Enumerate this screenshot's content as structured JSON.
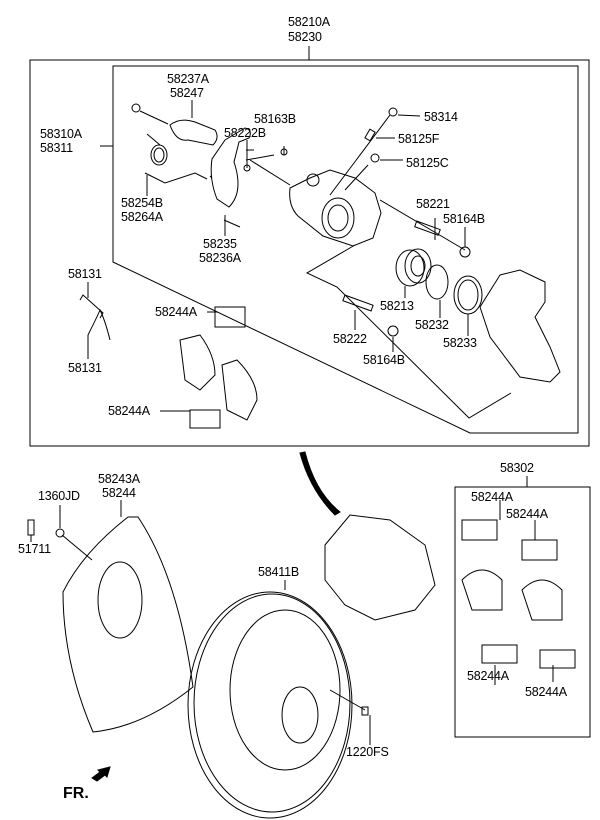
{
  "labels": {
    "assy_a": "58210A",
    "assy_b": "58230",
    "bracket_a": "58237A",
    "bracket_b": "58247",
    "caliper_a": "58310A",
    "caliper_b": "58311",
    "bleeder_cap": "58163B",
    "washer": "58222B",
    "cap": "58314",
    "bleeder_f": "58125F",
    "bleeder_c": "58125C",
    "spring_a": "58254B",
    "spring_b": "58264A",
    "lever_a": "58235",
    "lever_b": "58236A",
    "pin": "58221",
    "boot_top": "58164B",
    "clip_top": "58131",
    "clip_bottom": "58131",
    "pad_shim_top": "58244A",
    "piston": "58213",
    "seal": "58232",
    "piston_boot": "58233",
    "guide_pin": "58222",
    "boot_bottom": "58164B",
    "pad_shim_bottom": "58244A",
    "pad_kit": "58302",
    "shield_a": "58243A",
    "shield_b": "58244",
    "washer_nut": "1360JD",
    "kit_shim_1": "58244A",
    "kit_shim_2": "58244A",
    "bolt": "51711",
    "disc": "58411B",
    "kit_shim_3": "58244A",
    "kit_shim_4": "58244A",
    "screw": "1220FS",
    "front": "FR."
  },
  "icons": {
    "front_arrow": "arrow-down-left-icon"
  }
}
